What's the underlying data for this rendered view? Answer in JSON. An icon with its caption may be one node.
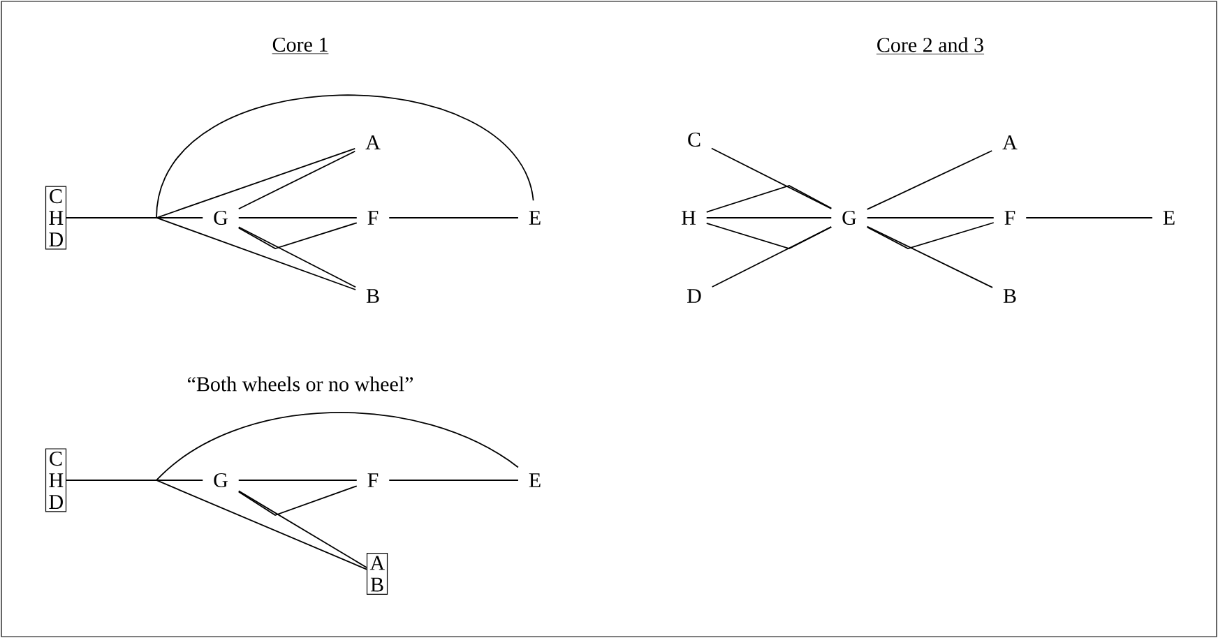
{
  "diagram": {
    "nodes": [
      {
        "text": [
          "C H D"
        ]
      },
      {
        "text": [
          "G"
        ]
      },
      {
        "text": [
          "A"
        ]
      },
      {
        "text": [
          "F"
        ]
      },
      {
        "text": [
          "B"
        ]
      },
      {
        "text": [
          "E"
        ]
      },
      {
        "text": [
          "C"
        ]
      },
      {
        "text": [
          "H"
        ]
      },
      {
        "text": [
          "D"
        ]
      },
      {
        "text": [
          "G"
        ]
      },
      {
        "text": [
          "A"
        ]
      },
      {
        "text": [
          "F"
        ]
      },
      {
        "text": [
          "B"
        ]
      },
      {
        "text": [
          "E"
        ]
      },
      {
        "text": [
          "C H D"
        ]
      },
      {
        "text": [
          "G"
        ]
      },
      {
        "text": [
          "F"
        ]
      },
      {
        "text": [
          "E"
        ]
      },
      {
        "text": [
          "A B"
        ]
      }
    ],
    "edges": [
      {
        "from": 0,
        "to": 1,
        "arrow": "none"
      },
      {
        "from": 0,
        "to": 2,
        "arrow": "none"
      },
      {
        "from": 0,
        "to": 4,
        "arrow": "none"
      },
      {
        "from": 0,
        "to": 5,
        "arrow": "none"
      },
      {
        "from": 1,
        "to": 2,
        "arrow": "none"
      },
      {
        "from": 1,
        "to": 3,
        "arrow": "none"
      },
      {
        "from": 1,
        "to": 3,
        "arrow": "none"
      },
      {
        "from": 1,
        "to": 4,
        "arrow": "none"
      },
      {
        "from": 3,
        "to": 5,
        "arrow": "none"
      },
      {
        "from": 6,
        "to": 9,
        "arrow": "none"
      },
      {
        "from": 7,
        "to": 9,
        "arrow": "none"
      },
      {
        "from": 7,
        "to": 9,
        "arrow": "none"
      },
      {
        "from": 7,
        "to": 9,
        "arrow": "none"
      },
      {
        "from": 8,
        "to": 9,
        "arrow": "none"
      },
      {
        "from": 9,
        "to": 10,
        "arrow": "none"
      },
      {
        "from": 9,
        "to": 11,
        "arrow": "none"
      },
      {
        "from": 9,
        "to": 11,
        "arrow": "none"
      },
      {
        "from": 9,
        "to": 12,
        "arrow": "none"
      },
      {
        "from": 11,
        "to": 13,
        "arrow": "none"
      },
      {
        "from": 14,
        "to": 15,
        "arrow": "none"
      },
      {
        "from": 14,
        "to": 17,
        "arrow": "none"
      },
      {
        "from": 14,
        "to": 18,
        "arrow": "none"
      },
      {
        "from": 15,
        "to": 16,
        "arrow": "none"
      },
      {
        "from": 15,
        "to": 16,
        "arrow": "none"
      },
      {
        "from": 15,
        "to": 18,
        "arrow": "none"
      },
      {
        "from": 16,
        "to": 17,
        "arrow": "none"
      }
    ],
    "labels": [
      "Core 1",
      "Core 2 and 3",
      "“Both wheels or no wheel”"
    ]
  }
}
